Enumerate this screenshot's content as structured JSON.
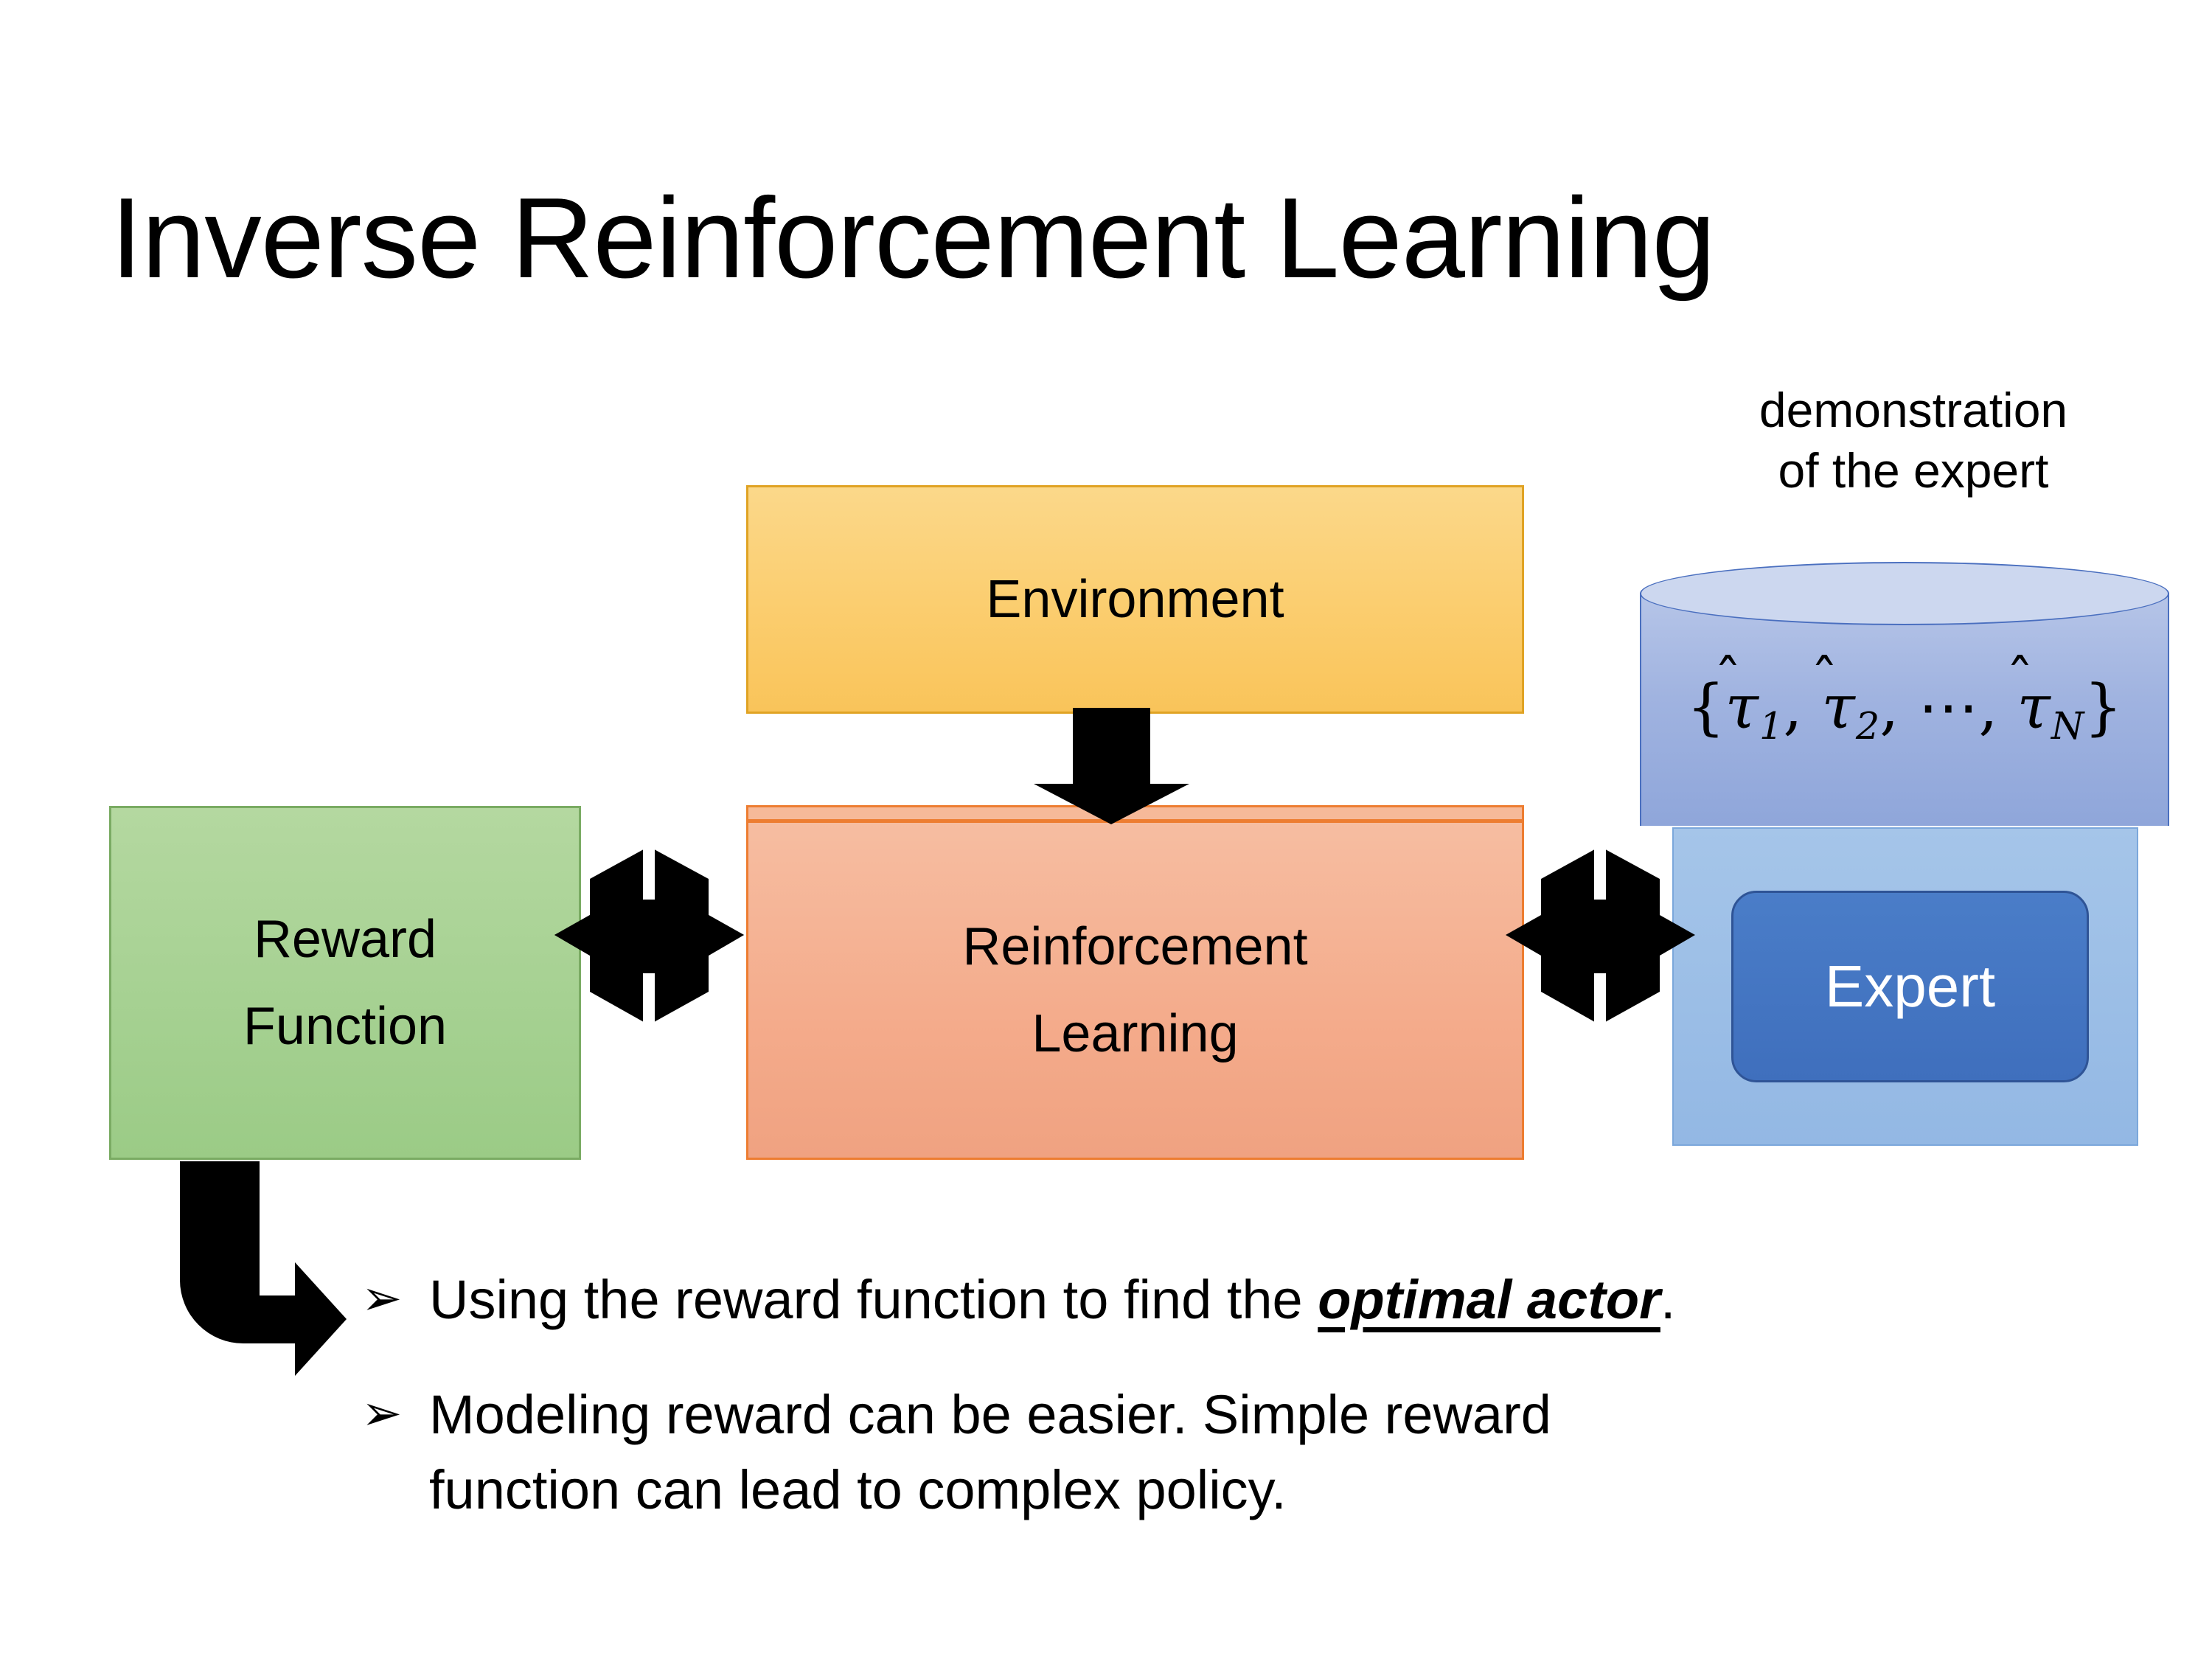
{
  "slide": {
    "title": "Inverse Reinforcement Learning",
    "background_color": "#ffffff"
  },
  "diagram": {
    "environment": {
      "label": "Environment",
      "fill_color": "#fbcd6e",
      "border_color": "#e0a324"
    },
    "reinforcement_learning": {
      "line1": "Reinforcement",
      "line2": "Learning",
      "fill_color": "#f4ab8b",
      "border_color": "#ed7d31"
    },
    "reward_function": {
      "line1": "Reward",
      "line2": "Function",
      "fill_color": "#a6d192",
      "border_color": "#7aab63"
    },
    "expert_panel": {
      "caption_line1": "demonstration",
      "caption_line2": "of the expert",
      "panel_fill_color": "#93b8e4",
      "cylinder_fill_color": "#a0b3e0",
      "cylinder_top_color": "#ccd7ef",
      "cylinder_border_color": "#4a6fbf",
      "expert_label": "Expert",
      "expert_fill_color": "#3f6fbd",
      "expert_border_color": "#2f5496",
      "expert_text_color": "#ffffff",
      "formula": {
        "open_brace": "{",
        "terms": [
          {
            "symbol": "τ",
            "hat": "̂",
            "subscript": "1"
          },
          {
            "symbol": "τ",
            "hat": "̂",
            "subscript": "2"
          },
          {
            "symbol": "τ",
            "hat": "̂",
            "subscript": "N"
          }
        ],
        "ellipsis": "⋯",
        "separator": ",",
        "close_brace": "}",
        "plain_text": "{τ̂1, τ̂2, ⋯, τ̂N}"
      }
    },
    "arrows": {
      "environment_to_rl": "down-arrow",
      "reward_to_rl": "double-headed-quad-arrow",
      "rl_to_expert": "double-headed-quad-arrow",
      "reward_to_bullets": "bent-elbow-arrow",
      "color": "#000000"
    }
  },
  "bullets": [
    {
      "marker": "➢",
      "text_before": "Using the reward function to find the ",
      "emphasis": "optimal actor",
      "text_after": ".",
      "line2": ""
    },
    {
      "marker": "➢",
      "text_before": "Modeling reward can be easier. Simple reward",
      "emphasis": "",
      "text_after": "",
      "line2": "function can lead to complex policy."
    }
  ]
}
